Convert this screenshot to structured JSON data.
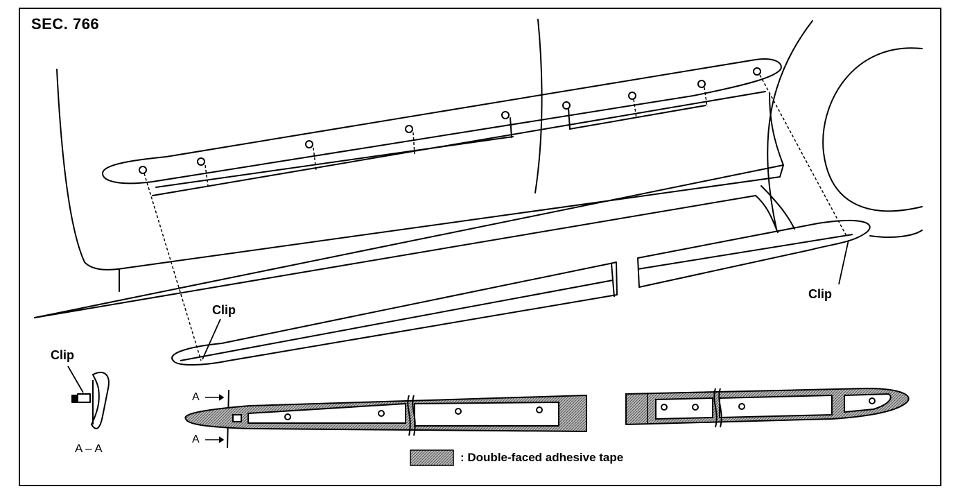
{
  "diagram": {
    "section_label": "SEC. 766",
    "callouts": {
      "clip_front_lower": "Clip",
      "clip_rear": "Clip",
      "clip_section": "Clip"
    },
    "section_view_label": "A – A",
    "section_marker_top": "A",
    "section_marker_bottom": "A",
    "legend": {
      "text": ": Double-faced adhesive tape",
      "hatch_color": "#9a9a9a"
    }
  }
}
